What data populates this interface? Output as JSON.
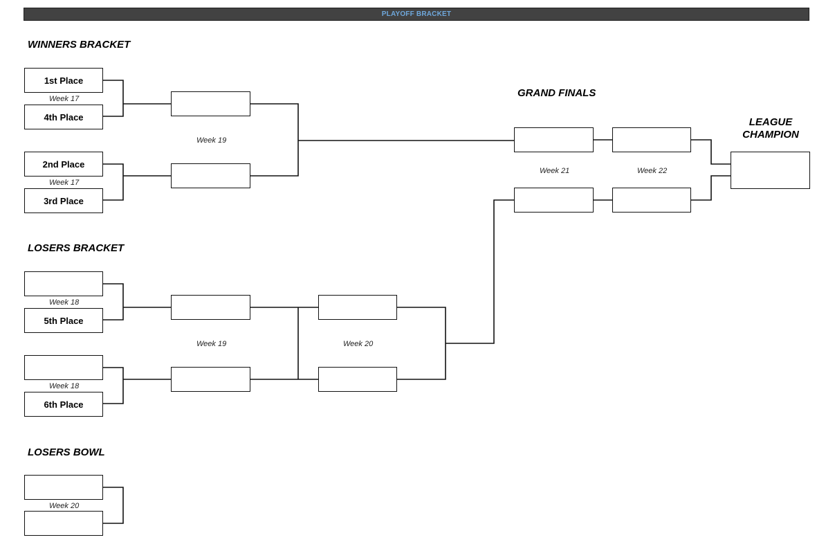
{
  "header": {
    "title": "PLAYOFF BRACKET"
  },
  "sections": {
    "winners": "WINNERS BRACKET",
    "losers": "LOSERS BRACKET",
    "losers_bowl": "LOSERS BOWL",
    "grand_finals": "GRAND FINALS",
    "champion_line1": "LEAGUE",
    "champion_line2": "CHAMPION"
  },
  "winners": {
    "seeds": [
      "1st Place",
      "4th Place",
      "2nd Place",
      "3rd Place"
    ],
    "weeks": [
      "Week 17",
      "Week 17",
      "Week 19"
    ]
  },
  "losers": {
    "seeds": [
      "",
      "5th Place",
      "",
      "6th Place"
    ],
    "weeks": [
      "Week 18",
      "Week 18",
      "Week 19",
      "Week 20"
    ]
  },
  "losers_bowl": {
    "weeks": [
      "Week 20"
    ]
  },
  "grand_finals": {
    "weeks": [
      "Week 21",
      "Week 22"
    ]
  }
}
